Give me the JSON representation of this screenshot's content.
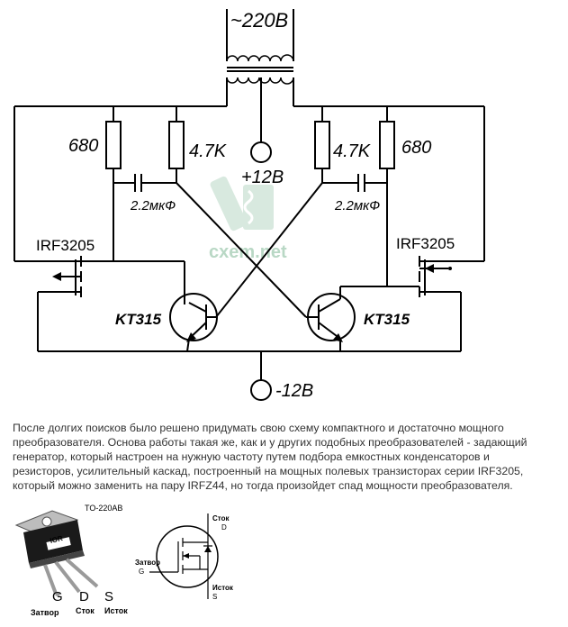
{
  "schematic": {
    "mains": "~220В",
    "plus": "+12В",
    "minus": "-12В",
    "r_left_outer": "680",
    "r_left_inner": "4.7K",
    "r_right_inner": "4.7K",
    "r_right_outer": "680",
    "cap_left": "2.2мкФ",
    "cap_right": "2.2мкФ",
    "mosfet_left": "IRF3205",
    "mosfet_right": "IRF3205",
    "bjt_left": "KT315",
    "bjt_right": "KT315",
    "watermark": "cxem.net"
  },
  "description": "После долгих поисков было решено придумать свою схему компактного и достаточно мощного преобразователя. Основа работы такая же, как и у других подобных преобразователей - задающий генератор, который настроен на нужную частоту путем подбора емкостных конденсаторов и резисторов, усилительный каскад, построенный на мощных полевых транзисторах серии IRF3205, который можно заменить на пару IRFZ44, но тогда произойдет спад мощности преобразователя.",
  "pinout": {
    "package": "TO-220AB",
    "logo": "IOR",
    "pin_g": "G",
    "pin_d": "D",
    "pin_s": "S",
    "pin_g_name": "Затвор",
    "pin_d_name": "Сток",
    "pin_s_name": "Исток",
    "sym_drain": "Сток",
    "sym_drain_letter": "D",
    "sym_gate": "Затвор",
    "sym_gate_letter": "G",
    "sym_source": "Исток",
    "sym_source_letter": "S"
  }
}
